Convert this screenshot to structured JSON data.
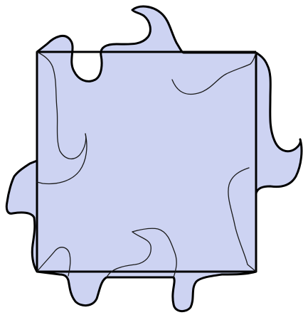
{
  "figure": {
    "description_label": "",
    "colors": {
      "fill": "#cdd3f2",
      "outline": "#000000",
      "inner_edge": "#1a1a1a",
      "background": "#ffffff"
    },
    "elements": [
      {
        "name": "wavy-tile-shape"
      },
      {
        "name": "square-outline"
      },
      {
        "name": "inner-curves"
      }
    ]
  }
}
